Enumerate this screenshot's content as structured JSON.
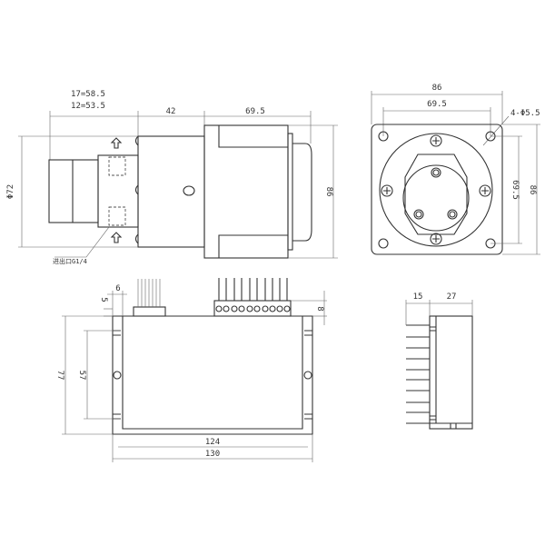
{
  "side_view": {
    "dim_length_17": "17=58.5",
    "dim_length_12": "12=53.5",
    "dim_middle": "42",
    "dim_motor": "69.5",
    "dim_diameter": "Φ72",
    "dim_height": "86",
    "port_label": "进出口G1/4"
  },
  "front_view": {
    "dim_width": "86",
    "dim_hole_spacing_h": "69.5",
    "dim_holes": "4-Φ5.5",
    "dim_hole_spacing_v": "69.5",
    "dim_height": "86"
  },
  "driver_top_view": {
    "dim_6": "6",
    "dim_5": "5",
    "dim_8": "8",
    "dim_77": "77",
    "dim_57": "57",
    "dim_124": "124",
    "dim_130": "130"
  },
  "driver_side_view": {
    "dim_15": "15",
    "dim_27": "27"
  }
}
